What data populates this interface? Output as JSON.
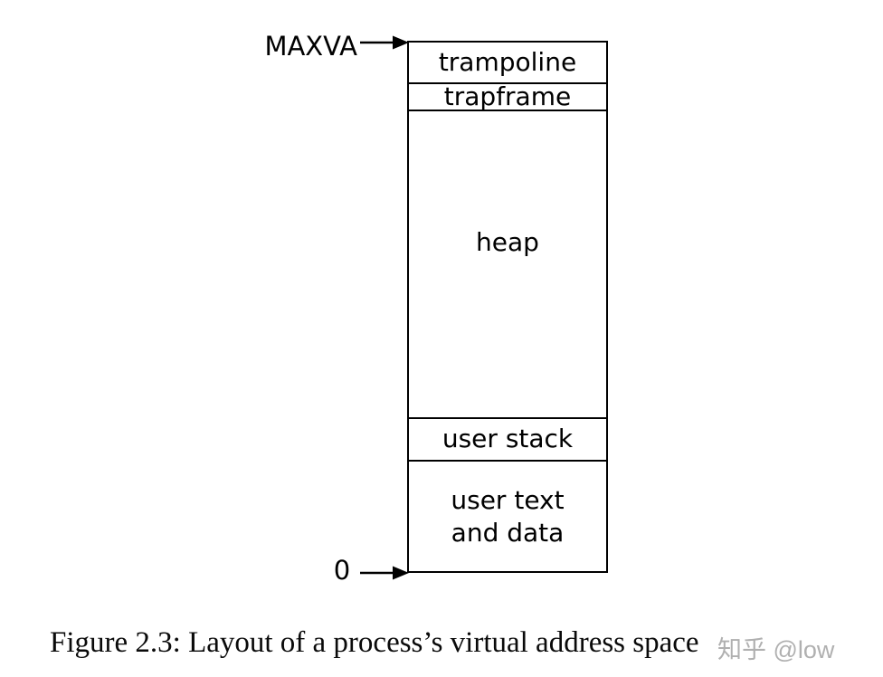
{
  "diagram": {
    "top_label": "MAXVA",
    "bottom_label": "0",
    "sections": [
      {
        "label": "trampoline"
      },
      {
        "label": "trapframe"
      },
      {
        "label": "heap"
      },
      {
        "label": "user stack"
      },
      {
        "label": "user text and data",
        "line1": "user text",
        "line2": "and data"
      }
    ]
  },
  "caption": "Figure 2.3: Layout of a process’s virtual address space",
  "watermark": "知乎 @low",
  "colors": {
    "line": "#000000",
    "text": "#000000",
    "caption_text": "#0a0a0a",
    "watermark": "#b0b0b0",
    "background": "#ffffff"
  }
}
